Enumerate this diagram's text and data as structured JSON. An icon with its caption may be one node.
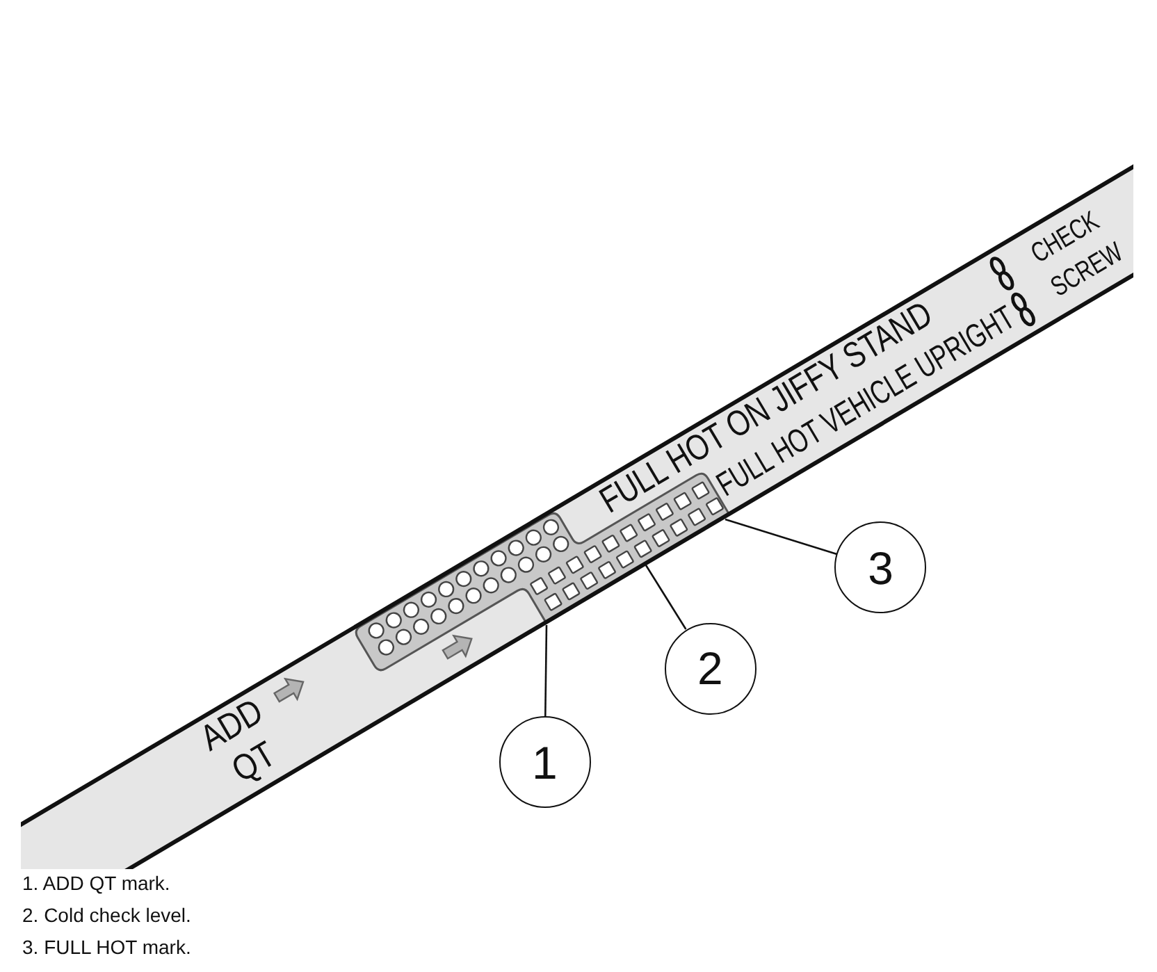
{
  "diagram": {
    "nodes": [
      {
        "text": [],
        "shape": "box"
      },
      {
        "text": [
          "1"
        ]
      },
      {
        "text": [
          "2"
        ]
      },
      {
        "text": [
          "3"
        ]
      }
    ],
    "edges": [
      {
        "from": 1,
        "to": 0,
        "arrow": "none"
      },
      {
        "from": 2,
        "to": 0,
        "arrow": "none"
      },
      {
        "from": 3,
        "to": 0,
        "arrow": "none"
      }
    ],
    "labels": [
      "ADD QT",
      "FULL HOT ON JIFFY STAND",
      "FULL HOT VEHICLE UPRIGHT",
      "CHECK SCREW",
      "1. ADD QT mark.",
      "2. Cold check level.",
      "3. FULL HOT mark."
    ]
  }
}
